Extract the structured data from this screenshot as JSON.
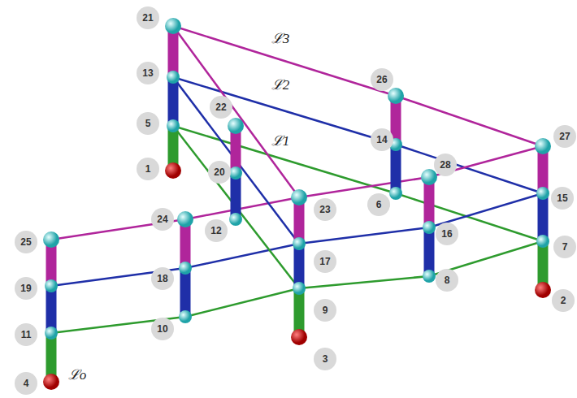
{
  "diagram": {
    "labels": [
      "21",
      "13",
      "5",
      "1",
      "22",
      "20",
      "12",
      "26",
      "14",
      "6",
      "28",
      "27",
      "15",
      "7",
      "2",
      "16",
      "8",
      "23",
      "17",
      "9",
      "3",
      "24",
      "18",
      "10",
      "25",
      "19",
      "11",
      "4",
      "ℒ3",
      "ℒ2",
      "ℒ1",
      "ℒo"
    ]
  }
}
